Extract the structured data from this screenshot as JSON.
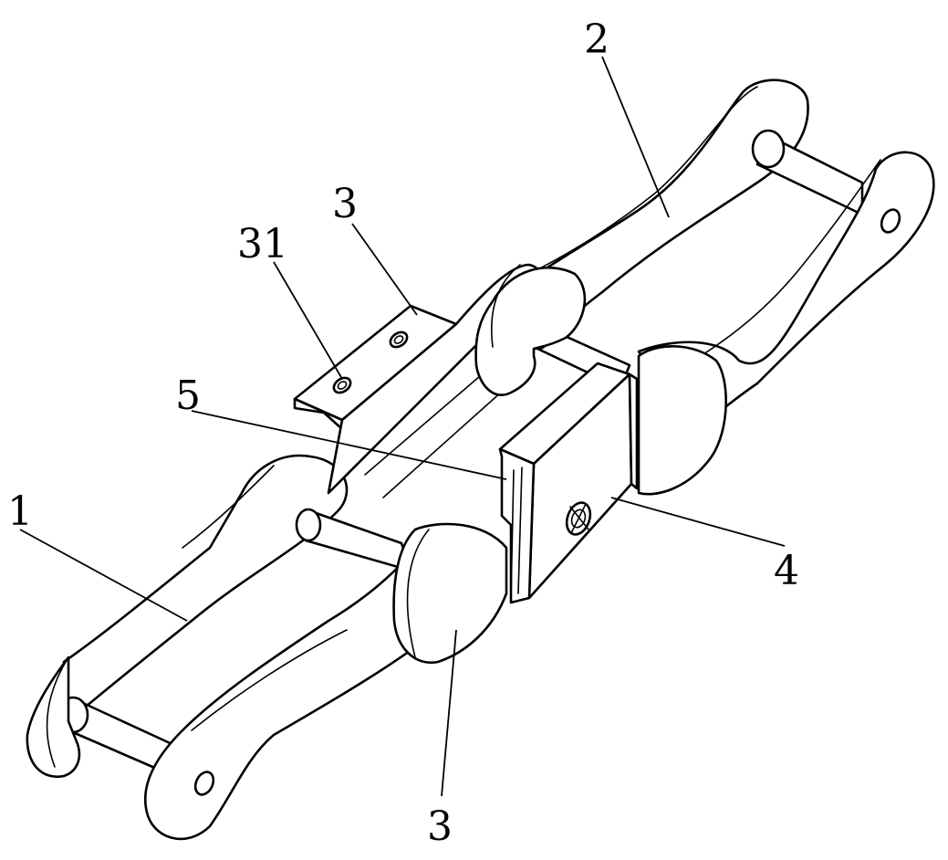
{
  "figure": {
    "labels": {
      "link_lower": "1",
      "link_upper": "2",
      "attachment_top": "3",
      "attachment_bottom": "3",
      "hole": "31",
      "plate": "4",
      "clip": "5"
    }
  }
}
